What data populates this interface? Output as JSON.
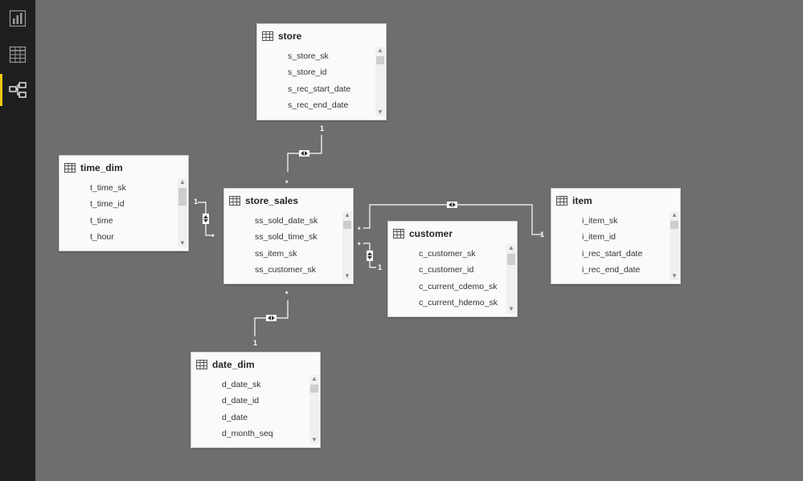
{
  "nav": {
    "items": [
      {
        "name": "report-view",
        "icon": "bar-chart-icon",
        "active": false
      },
      {
        "name": "data-view",
        "icon": "table-grid-icon",
        "active": false
      },
      {
        "name": "relationships-view",
        "icon": "relationships-icon",
        "active": true
      }
    ],
    "accent": "#f2c811"
  },
  "tables": {
    "store": {
      "name": "store",
      "fields": [
        "s_store_sk",
        "s_store_id",
        "s_rec_start_date",
        "s_rec_end_date"
      ]
    },
    "time_dim": {
      "name": "time_dim",
      "fields": [
        "t_time_sk",
        "t_time_id",
        "t_time",
        "t_hour"
      ]
    },
    "store_sales": {
      "name": "store_sales",
      "fields": [
        "ss_sold_date_sk",
        "ss_sold_time_sk",
        "ss_item_sk",
        "ss_customer_sk"
      ]
    },
    "customer": {
      "name": "customer",
      "fields": [
        "c_customer_sk",
        "c_customer_id",
        "c_current_cdemo_sk",
        "c_current_hdemo_sk"
      ]
    },
    "item": {
      "name": "item",
      "fields": [
        "i_item_sk",
        "i_item_id",
        "i_rec_start_date",
        "i_rec_end_date"
      ]
    },
    "date_dim": {
      "name": "date_dim",
      "fields": [
        "d_date_sk",
        "d_date_id",
        "d_date",
        "d_month_seq"
      ]
    }
  },
  "relationships": [
    {
      "from": "store",
      "to": "store_sales",
      "from_card": "1",
      "to_card": "*"
    },
    {
      "from": "time_dim",
      "to": "store_sales",
      "from_card": "1",
      "to_card": "*"
    },
    {
      "from": "item",
      "to": "store_sales",
      "from_card": "1",
      "to_card": "*"
    },
    {
      "from": "customer",
      "to": "store_sales",
      "from_card": "1",
      "to_card": "*"
    },
    {
      "from": "date_dim",
      "to": "store_sales",
      "from_card": "1",
      "to_card": "*"
    }
  ],
  "colors": {
    "canvas": "#6e6e6e",
    "rail": "#1f1f1f",
    "card": "#fafafa",
    "line": "#ffffff"
  }
}
